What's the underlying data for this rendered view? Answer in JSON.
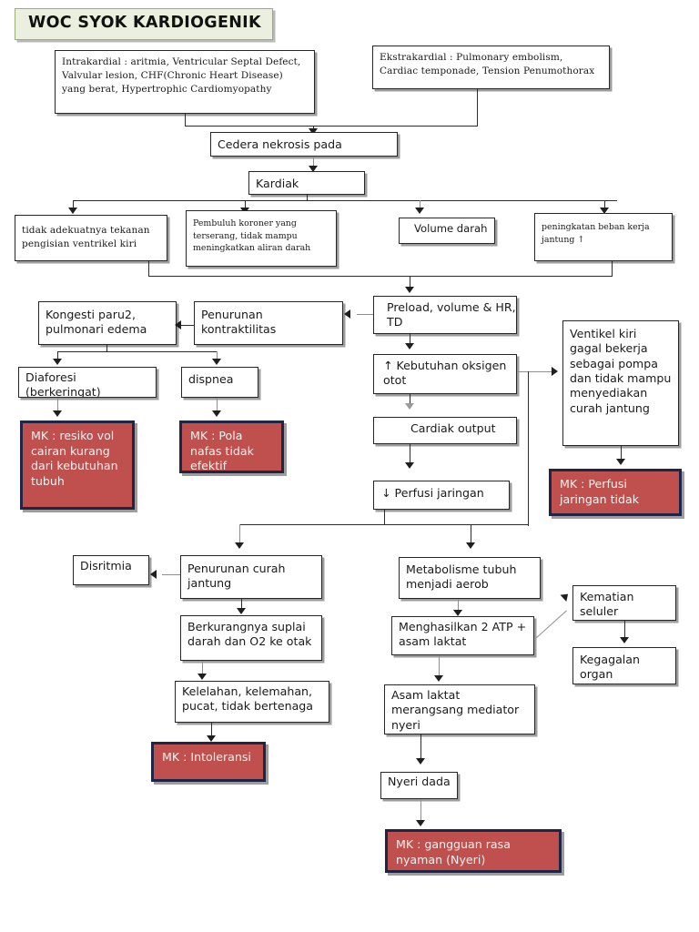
{
  "title": {
    "text": "WOC SYOK KARDIOGENIK"
  },
  "nodes": {
    "intrakardial": "Intrakardial : aritmia, Ventricular Septal Defect, Valvular lesion, CHF(Chronic Heart Disease) yang berat, Hypertrophic Cardiomyopathy",
    "ekstrakardial": "Ekstrakardial : Pulmonary embolism, Cardiac temponade, Tension Penumothorax",
    "cedera": "Cedera nekrosis pada",
    "kardiak": "Kardiak",
    "tidak_adekuat": "tidak adekuatnya tekanan pengisian ventrikel kiri",
    "pembuluh": "Pembuluh koroner yang terserang, tidak mampu meningkatkan aliran darah",
    "volume": "Volume darah",
    "peningkatan": "peningkatan beban kerja jantung ↑",
    "kongesti": "Kongesti paru2, pulmonari edema",
    "penurunan_kontraktilitas": "Penurunan kontraktilitas",
    "preload": "Preload, volume & HR, TD",
    "diaforesis": "Diaforesi (berkeringat)",
    "dispnea": "dispnea",
    "kebutuhan": "↑ Kebutuhan oksigen otot",
    "ventikel": "Ventikel kiri gagal bekerja sebagai pompa dan tidak mampu menyediakan curah jantung",
    "cardiak_output": "Cardiak output",
    "perfusi": "↓ Perfusi jaringan",
    "disritmia": "Disritmia",
    "penurunan_curah": "Penurunan curah jantung",
    "metabolisme": "Metabolisme tubuh menjadi aerob",
    "kematian": "Kematian seluler",
    "berkurangnya": "Berkurangnya suplai darah dan O2 ke otak",
    "menghasilkan": "Menghasilkan 2 ATP + asam laktat",
    "kegagalan": "Kegagalan organ",
    "kelelahan": "Kelelahan, kelemahan, pucat, tidak bertenaga",
    "asam_laktat": "Asam laktat merangsang mediator nyeri",
    "nyeri": "Nyeri dada"
  },
  "mk_nodes": {
    "mk_resiko": "MK : resiko vol cairan kurang dari kebutuhan tubuh",
    "mk_pola": "MK : Pola nafas tidak efektif",
    "mk_perfusi": "MK : Perfusi jaringan tidak",
    "mk_intoleransi": "MK : Intoleransi",
    "mk_nyeri": "MK : gangguan rasa nyaman (Nyeri)"
  },
  "colors": {
    "mk_fill": "#c0504d",
    "mk_border": "#1f2544",
    "title_fill": "#ebf0de",
    "title_border": "#9aad72",
    "box_border": "#262626"
  }
}
